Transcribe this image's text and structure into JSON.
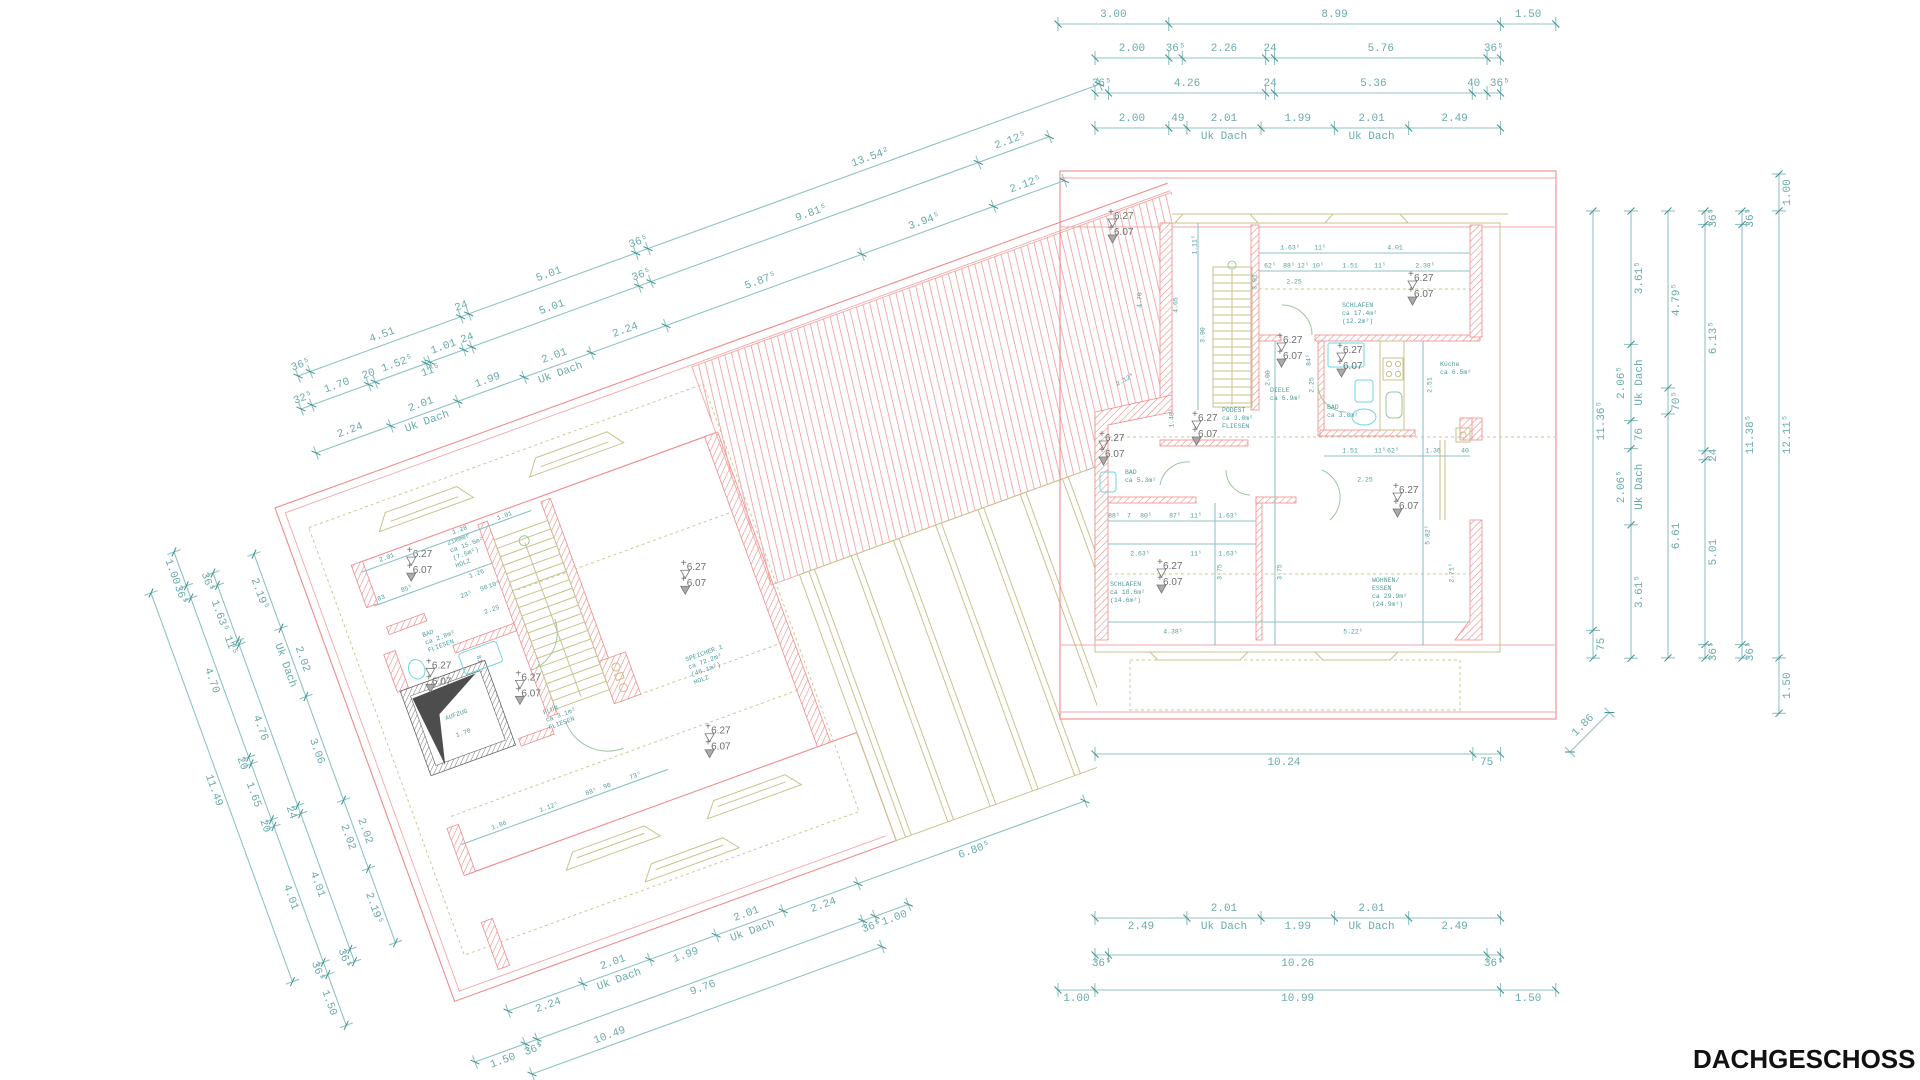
{
  "title": "DACHGESCHOSS",
  "colors": {
    "dimension": "#6aaaaa",
    "wall": "#f08a8a",
    "roof_line": "#c9c28e",
    "fixture": "#6fd6e0",
    "elevator": "#555555"
  },
  "elevations": {
    "upper": "6.27",
    "lower": "6.07",
    "sign": "+"
  },
  "dimension_chains": {
    "rt1": {
      "labels": [
        "3.00",
        "8.99",
        "1.50"
      ]
    },
    "rt2": {
      "labels": [
        "2.00",
        "36⁵",
        "2.26",
        "24",
        "5.76",
        "36⁵"
      ]
    },
    "rt3": {
      "labels": [
        "36⁵",
        "4.26",
        "24",
        "5.36",
        "40",
        "36⁵"
      ]
    },
    "rt4": {
      "labels": [
        "2.00",
        "49",
        "2.01",
        "1.99",
        "2.01",
        "2.49"
      ],
      "notes": [
        "",
        "",
        "Uk Dach",
        "",
        "Uk Dach",
        ""
      ]
    },
    "rb0": {
      "labels": [
        "10.24",
        "75"
      ]
    },
    "rb1": {
      "labels": [
        "2.49",
        "2.01",
        "1.99",
        "2.01",
        "2.49"
      ],
      "notes": [
        "",
        "Uk Dach",
        "",
        "Uk Dach",
        ""
      ]
    },
    "rb2": {
      "labels": [
        "36⁵",
        "10.26",
        "36⁵"
      ]
    },
    "rb3": {
      "labels": [
        "1.00",
        "10.99",
        "1.50"
      ]
    },
    "rv1": {
      "labels": [
        "11.36⁵",
        "75"
      ]
    },
    "rv2": {
      "labels": [
        "3.61⁵",
        "2.06⁵",
        "76",
        "2.06⁵",
        "3.61⁵"
      ],
      "notes": [
        "",
        "Uk Dach",
        "",
        "Uk Dach",
        ""
      ]
    },
    "rv3": {
      "labels": [
        "4.79⁵",
        "70⁵",
        "6.61"
      ]
    },
    "rv4": {
      "labels": [
        "36⁵",
        "6.13⁵",
        "24",
        "5.01",
        "36⁵"
      ]
    },
    "rv5": {
      "labels": [
        "36⁵",
        "11.38⁵",
        "36⁵"
      ]
    },
    "rv6": {
      "labels": [
        "1.00",
        "12.11⁵",
        "1.50"
      ]
    },
    "rd1": {
      "labels": [
        "1.86"
      ]
    },
    "lt1": {
      "labels": [
        "36⁵",
        "4.51",
        "24",
        "5.01",
        "36⁵",
        "13.54²"
      ]
    },
    "lt2": {
      "labels": [
        "32⁵",
        "1.70",
        "20",
        "1.52⁵",
        "11⁵",
        "1.01",
        "24",
        "5.01",
        "36⁵",
        "9.81⁵",
        "2.12⁵"
      ]
    },
    "lt3": {
      "labels": [
        "2.24",
        "2.01",
        "1.99",
        "2.01",
        "2.24",
        "5.87⁵",
        "3.94⁵",
        "2.12⁵"
      ],
      "notes": [
        "",
        "Uk Dach",
        "",
        "Uk Dach",
        "",
        "",
        "",
        ""
      ]
    },
    "lb1": {
      "labels": [
        "2.24",
        "2.01",
        "1.99",
        "2.01",
        "2.24",
        "6.80⁵"
      ],
      "notes": [
        "",
        "Uk Dach",
        "",
        "Uk Dach",
        "",
        ""
      ]
    },
    "lb2": {
      "labels": [
        "1.50",
        "36⁵",
        "9.76",
        "36⁵",
        "1.00"
      ]
    },
    "lb3": {
      "labels": [
        "10.49"
      ]
    },
    "ll1": {
      "labels": [
        "11.49"
      ]
    },
    "ll2": {
      "labels": [
        "1.00",
        "36⁵",
        "4.70",
        "20",
        "1.65",
        "20",
        "4.01",
        "36⁵",
        "1.50"
      ]
    },
    "ll3": {
      "labels": [
        "36⁵",
        "1.63⁵",
        "11⁵",
        "4.76",
        "24",
        "4.01",
        "36⁵"
      ]
    },
    "ll4": {
      "labels": [
        "2.19⁵",
        "2.02",
        "3.06",
        "2.02",
        "2.19⁵"
      ],
      "notes": [
        "",
        "Uk Dach",
        "",
        "2.02",
        ""
      ]
    }
  },
  "rooms": [
    {
      "lines": [
        "SCHLAFEN",
        "ca 17.4m²",
        "(12.2m²)"
      ]
    },
    {
      "lines": [
        "Küche",
        "ca 6.5m²"
      ]
    },
    {
      "lines": [
        "DIELE",
        "ca 6.9m²"
      ]
    },
    {
      "lines": [
        "BAD",
        "ca 3.8m²"
      ]
    },
    {
      "lines": [
        "PODEST",
        "ca 3.0m²",
        "FLIESEN"
      ]
    },
    {
      "lines": [
        "BAD",
        "ca 5.3m²"
      ]
    },
    {
      "lines": [
        "SCHLAFEN",
        "ca 18.6m²",
        "(14.6m²)"
      ]
    },
    {
      "lines": [
        "WOHNEN/",
        "ESSEN",
        "ca 29.9m²",
        "(24.9m²)"
      ]
    },
    {
      "lines": [
        "Zimmer",
        "ca 15.6m²",
        "(7.5m²)",
        "HOLZ"
      ]
    },
    {
      "lines": [
        "BAD",
        "ca 2.8m²",
        "FLIESEN"
      ]
    },
    {
      "lines": [
        "AUFZUG"
      ]
    },
    {
      "lines": [
        "FLUR",
        "ca 3.1m²",
        "FLIESEN"
      ]
    },
    {
      "lines": [
        "SPEICHER 1",
        "ca 72.2m²",
        "(46.1m²)",
        "HOLZ"
      ]
    }
  ],
  "inner_dimensions": {
    "right": [
      "1.63⁵",
      "11⁵",
      "4.01",
      "62⁵",
      "88⁵",
      "12⁵",
      "10⁵",
      "1.51",
      "11⁵",
      "2.38⁵",
      "2.25",
      "4.65",
      "1.11⁵",
      "3.90",
      "3.01",
      "2.00",
      "84⁵",
      "2.25",
      "2.51",
      "1.48⁵",
      "1.51",
      "11⁵",
      "62⁵",
      "1.36",
      "40",
      "2.25",
      "88⁵",
      "7",
      "80⁵",
      "87⁵",
      "11⁵",
      "1.63⁵",
      "2.63⁵",
      "11⁵",
      "1.63⁵",
      "4.38⁵",
      "5.22⁵",
      "3.75",
      "3.75",
      "5.82⁵",
      "2.71⁵",
      "4.70",
      "2.12⁵"
    ],
    "left": [
      "2.01",
      "1.28",
      "1.01",
      "1.26",
      "83",
      "85⁵",
      "90",
      "2.25",
      "1.70",
      "81",
      "1.86",
      "1.12⁵",
      "90",
      "73⁵",
      "88⁵",
      "23⁵",
      "10⁵"
    ]
  }
}
